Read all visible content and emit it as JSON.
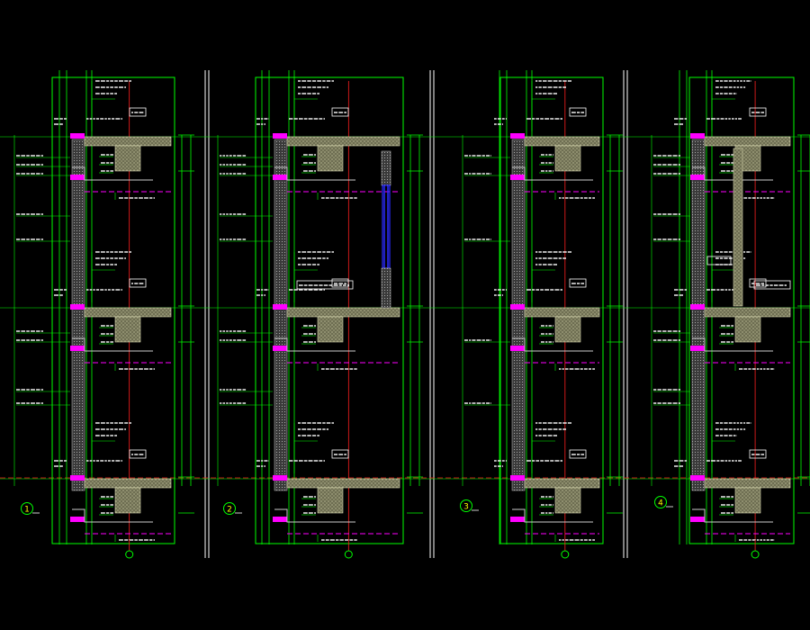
{
  "drawing": {
    "background": "#000000",
    "colors": {
      "outline": "#00ff00",
      "axis": "#ff2020",
      "dim": "#00ff00",
      "leader": "#00ff00",
      "dash": "#ff00ff",
      "anchor": "#ff00ff",
      "slab_fill": "#8a8a6a",
      "hatch": "#d8d8b0",
      "beam_fill": "#555540",
      "glass": "#2b2bff",
      "text": "#ffffff",
      "text_highlight": "#ffff55"
    },
    "sections": [
      {
        "number": "1"
      },
      {
        "number": "2"
      },
      {
        "number": "3"
      },
      {
        "number": "4"
      }
    ],
    "icons": [
      "section-number-circle-icon",
      "axis-bubble-icon",
      "anchor-bracket-icon"
    ]
  }
}
